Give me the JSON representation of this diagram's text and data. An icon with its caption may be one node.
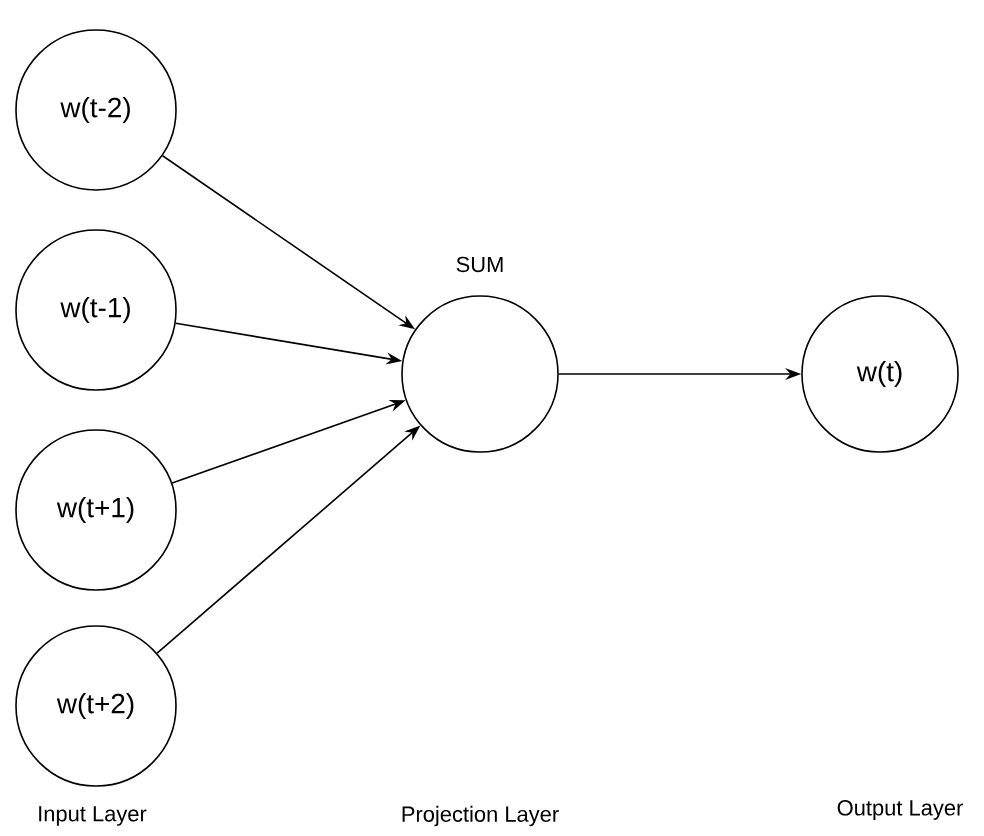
{
  "diagram": {
    "nodes": [
      {
        "text": [
          "w(t-2)"
        ]
      },
      {
        "text": [
          "w(t-1)"
        ]
      },
      {
        "text": [
          "w(t+1)"
        ]
      },
      {
        "text": [
          "w(t+2)"
        ]
      },
      {
        "text": [],
        "shape": "circle",
        "beside": [
          "SUM"
        ]
      },
      {
        "text": [
          "w(t)"
        ]
      }
    ],
    "edges": [
      {
        "from": 0,
        "to": 4,
        "arrow": "to"
      },
      {
        "from": 1,
        "to": 4,
        "arrow": "to"
      },
      {
        "from": 2,
        "to": 4,
        "arrow": "to"
      },
      {
        "from": 3,
        "to": 4,
        "arrow": "to"
      },
      {
        "from": 4,
        "to": 5,
        "arrow": "to"
      }
    ],
    "labels": [
      "Input Layer",
      "Projection Layer",
      "Output Layer"
    ]
  }
}
